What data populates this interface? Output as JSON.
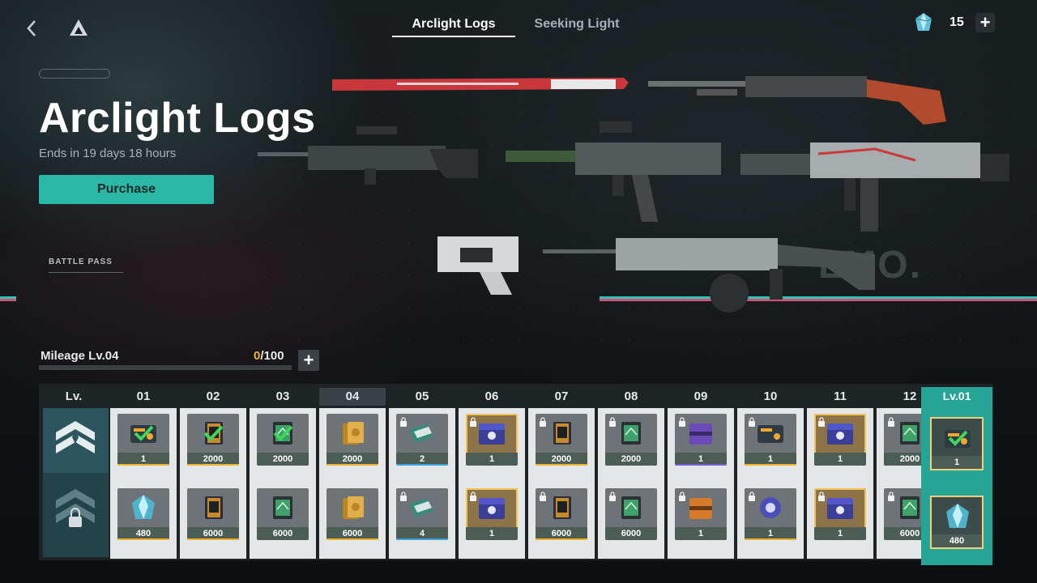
{
  "nav": {
    "back_icon": "chevron-left-icon",
    "home_icon": "home-icon"
  },
  "tabs": [
    {
      "label": "Arclight Logs",
      "active": true
    },
    {
      "label": "Seeking Light",
      "active": false
    }
  ],
  "currency": {
    "icon": "crystal-icon",
    "value": "15",
    "plus": "+"
  },
  "hero": {
    "title": "Arclight Logs",
    "subtitle": "Ends in 19 days 18 hours",
    "purchase_label": "Purchase",
    "battle_pass_label": "BATTLE PASS",
    "watermark": "LMO."
  },
  "mileage": {
    "label": "Mileage Lv.04",
    "current": "0",
    "max": "/100",
    "progress_fraction": 0,
    "plus": "+"
  },
  "track": {
    "lv_header": "Lv.",
    "end_header": "Lv.01",
    "selected_level": "04",
    "levels": [
      {
        "label": "01",
        "free": {
          "type": "card",
          "amount": "1",
          "claimed": true,
          "locked": false
        },
        "premium": {
          "type": "crystal",
          "amount": "480",
          "locked": false
        }
      },
      {
        "label": "02",
        "free": {
          "type": "chip",
          "amount": "2000",
          "claimed": true,
          "locked": false
        },
        "premium": {
          "type": "chip",
          "amount": "6000",
          "locked": false
        }
      },
      {
        "label": "03",
        "free": {
          "type": "tablet",
          "amount": "2000",
          "claimed": true,
          "locked": false
        },
        "premium": {
          "type": "tablet",
          "amount": "6000",
          "locked": false
        }
      },
      {
        "label": "04",
        "free": {
          "type": "gold",
          "amount": "2000",
          "claimed": false,
          "locked": false
        },
        "premium": {
          "type": "gold",
          "amount": "6000",
          "locked": false
        }
      },
      {
        "label": "05",
        "free": {
          "type": "ticket",
          "amount": "2",
          "claimed": false,
          "locked": true
        },
        "premium": {
          "type": "ticket",
          "amount": "4",
          "locked": true
        }
      },
      {
        "label": "06",
        "free": {
          "type": "box",
          "amount": "1",
          "claimed": false,
          "locked": true
        },
        "premium": {
          "type": "box",
          "amount": "1",
          "locked": true
        }
      },
      {
        "label": "07",
        "free": {
          "type": "chip",
          "amount": "2000",
          "claimed": false,
          "locked": true
        },
        "premium": {
          "type": "chip",
          "amount": "6000",
          "locked": true
        }
      },
      {
        "label": "08",
        "free": {
          "type": "tablet",
          "amount": "2000",
          "claimed": false,
          "locked": true
        },
        "premium": {
          "type": "tablet",
          "amount": "6000",
          "locked": true
        }
      },
      {
        "label": "09",
        "free": {
          "type": "crate-purple",
          "amount": "1",
          "claimed": false,
          "locked": true
        },
        "premium": {
          "type": "crate-orange",
          "amount": "1",
          "locked": true
        }
      },
      {
        "label": "10",
        "free": {
          "type": "card",
          "amount": "1",
          "claimed": false,
          "locked": true
        },
        "premium": {
          "type": "orb",
          "amount": "1",
          "locked": true
        }
      },
      {
        "label": "11",
        "free": {
          "type": "box",
          "amount": "1",
          "claimed": false,
          "locked": true
        },
        "premium": {
          "type": "box",
          "amount": "1",
          "locked": true
        }
      },
      {
        "label": "12",
        "free": {
          "type": "tablet",
          "amount": "2000",
          "claimed": false,
          "locked": true
        },
        "premium": {
          "type": "tablet",
          "amount": "6000",
          "locked": true
        }
      }
    ],
    "end_rewards": [
      {
        "type": "card",
        "amount": "1",
        "claimed": true
      },
      {
        "type": "crystal",
        "amount": "480",
        "claimed": false
      }
    ]
  },
  "colors": {
    "accent": "#2bb8a6",
    "gold": "#f0b42a",
    "stripe_cyan": "#2fc4b4",
    "stripe_magenta": "#d2527a"
  }
}
